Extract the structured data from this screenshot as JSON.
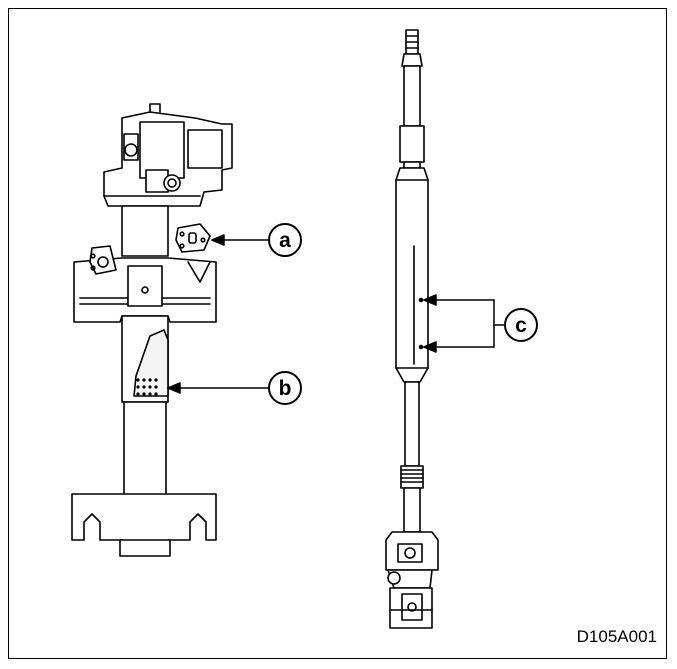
{
  "callouts": {
    "a": "a",
    "b": "b",
    "c": "c"
  },
  "figure_code": "D105A001",
  "colors": {
    "line": "#000000",
    "background": "#ffffff",
    "shade": "#f4f4f4"
  },
  "icons": [
    "steering-column-illustration",
    "intermediate-shaft-illustration",
    "bracket-detail-illustration"
  ]
}
